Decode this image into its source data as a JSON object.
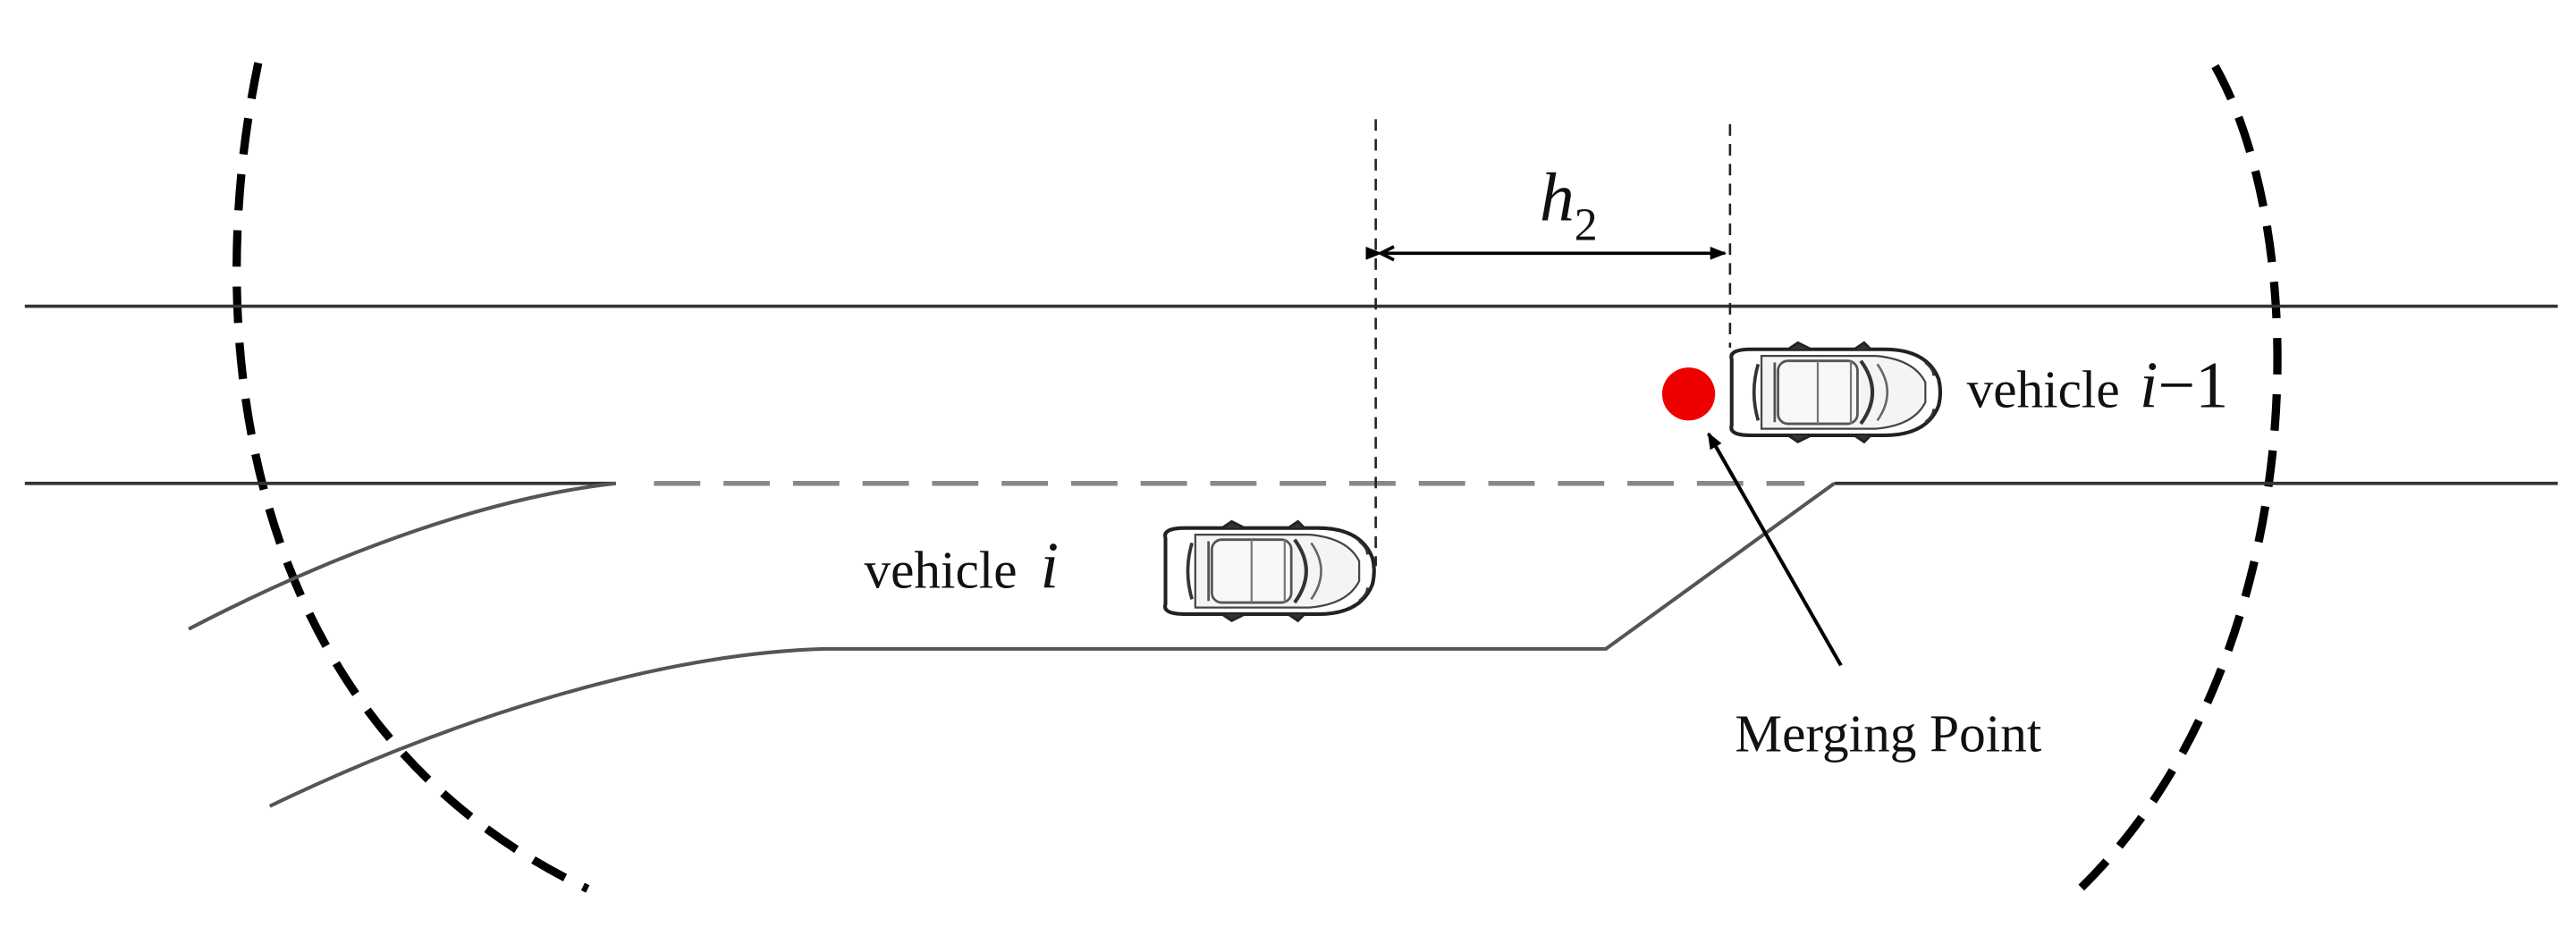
{
  "labels": {
    "vehicle_i_prefix": "vehicle",
    "vehicle_i_symbol": "i",
    "vehicle_prev_prefix": "vehicle",
    "vehicle_prev_symbol": "i",
    "vehicle_prev_suffix": "−1",
    "gap_symbol": "h",
    "gap_subscript": "2",
    "merging_point": "Merging Point"
  },
  "colors": {
    "merging_point": "#ee0000",
    "road_line": "#333333",
    "lane_divider": "#888888",
    "boundary": "#000000"
  },
  "icons": {
    "vehicle_i": "car-topdown-icon",
    "vehicle_prev": "car-topdown-icon"
  }
}
